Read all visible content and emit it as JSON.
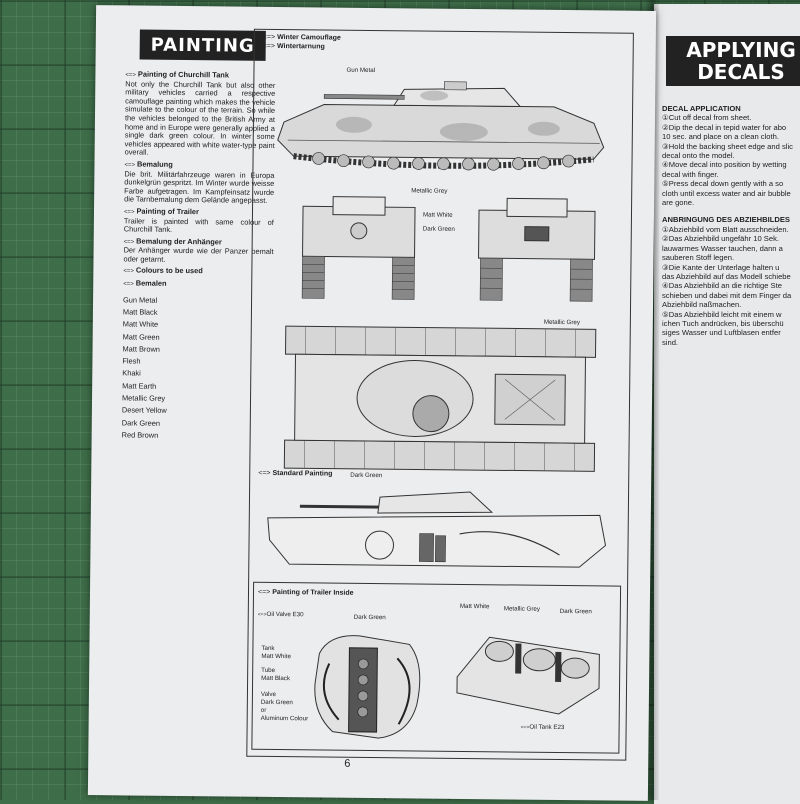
{
  "left_page": {
    "title": "PAINTING",
    "page_number": "6",
    "sections": {
      "churchill_title": "Painting of Churchill Tank",
      "churchill_body": "Not only the Churchill Tank but also other military vehicles carried a respective camouflage painting which makes the vehicle simulate to the colour of the terrain. So while the vehicles belonged to the British Army at home and in Europe were generally applied a single dark green colour. In winter some vehicles appeared with white water-type paint overall.",
      "bemalung_title": "Bemalung",
      "bemalung_body": "Die brit. Militärfahrzeuge waren in Europa dunkelgrün gespritzt. Im Winter wurde weisse Farbe aufgetragen. Im Kampfeinsatz wurde die Tarnbemalung dem Gelände angepasst.",
      "trailer_title": "Painting of Trailer",
      "trailer_body": "Trailer is painted with same colour of Churchill Tank.",
      "anhaenger_title": "Bemalung der Anhänger",
      "anhaenger_body": "Der Anhänger wurde wie der Panzer bemalt oder getarnt.",
      "colours_title": "Colours to be used",
      "bemalen_title": "Bemalen"
    },
    "colours": [
      "Gun Metal",
      "Matt Black",
      "Matt White",
      "Matt Green",
      "Matt Brown",
      "Flesh",
      "Khaki",
      "Matt Earth",
      "Metallic Grey",
      "Desert Yellow",
      "Dark Green",
      "Red Brown"
    ]
  },
  "diagrams": {
    "winter_title": "Winter Camouflage",
    "winter_title_de": "Wintertarnung",
    "gun_metal": "Gun Metal",
    "metallic_grey": "Metallic Grey",
    "matt_white": "Matt White",
    "dark_green": "Dark Green",
    "metallic_grey_2": "Metallic Grey",
    "standard_title": "Standard Painting",
    "dark_green_2": "Dark Green",
    "trailer_inside_title": "Painting of Trailer Inside",
    "oil_valve": "Oil Valve E30",
    "trailer_dark_green": "Dark Green",
    "tank_label": "Tank",
    "tank_colour": "Matt White",
    "tube_label": "Tube",
    "tube_colour": "Matt Black",
    "valve_label": "Valve",
    "valve_colour1": "Dark Green",
    "valve_or": "or",
    "valve_colour2": "Aluminum Colour",
    "tank2_matt_white": "Matt White",
    "tank2_metallic_grey": "Metallic Grey",
    "tank2_dark_green": "Dark Green",
    "oil_tank": "Oil Tank E23"
  },
  "right_page": {
    "title_line1": "APPLYING",
    "title_line2": "DECALS",
    "en_heading": "DECAL APPLICATION",
    "en_steps": [
      "①Cut off decal from sheet.",
      "②Dip the decal in tepid water for abo",
      "10 sec. and place on a clean cloth.",
      "③Hold the backing sheet edge and slic",
      "decal onto the model.",
      "④Move decal into position by wetting",
      "decal with finger.",
      "⑤Press decal down gently with a so",
      "cloth until excess water and air bubble",
      "are gone."
    ],
    "de_heading": "ANBRINGUNG DES ABZIEHBILDES",
    "de_steps": [
      "①Abziehbild vom Blatt ausschneiden.",
      "②Das Abziehbild ungefähr 10 Sek.",
      "lauwarmes Wasser tauchen, dann a",
      "sauberen Stoff legen.",
      "③Die Kante der Unterlage halten u",
      "das Abziehbild auf das Modell schiebe",
      "④Das Abziehbild an die richtige Ste",
      "schieben und dabei mit dem Finger da",
      "Abziehbild naßmachen.",
      "⑤Das Abziehbild leicht mit einem w",
      "ichen Tuch andrücken, bis überschü",
      "siges Wasser und Luftblasen entfer",
      "sind."
    ]
  }
}
